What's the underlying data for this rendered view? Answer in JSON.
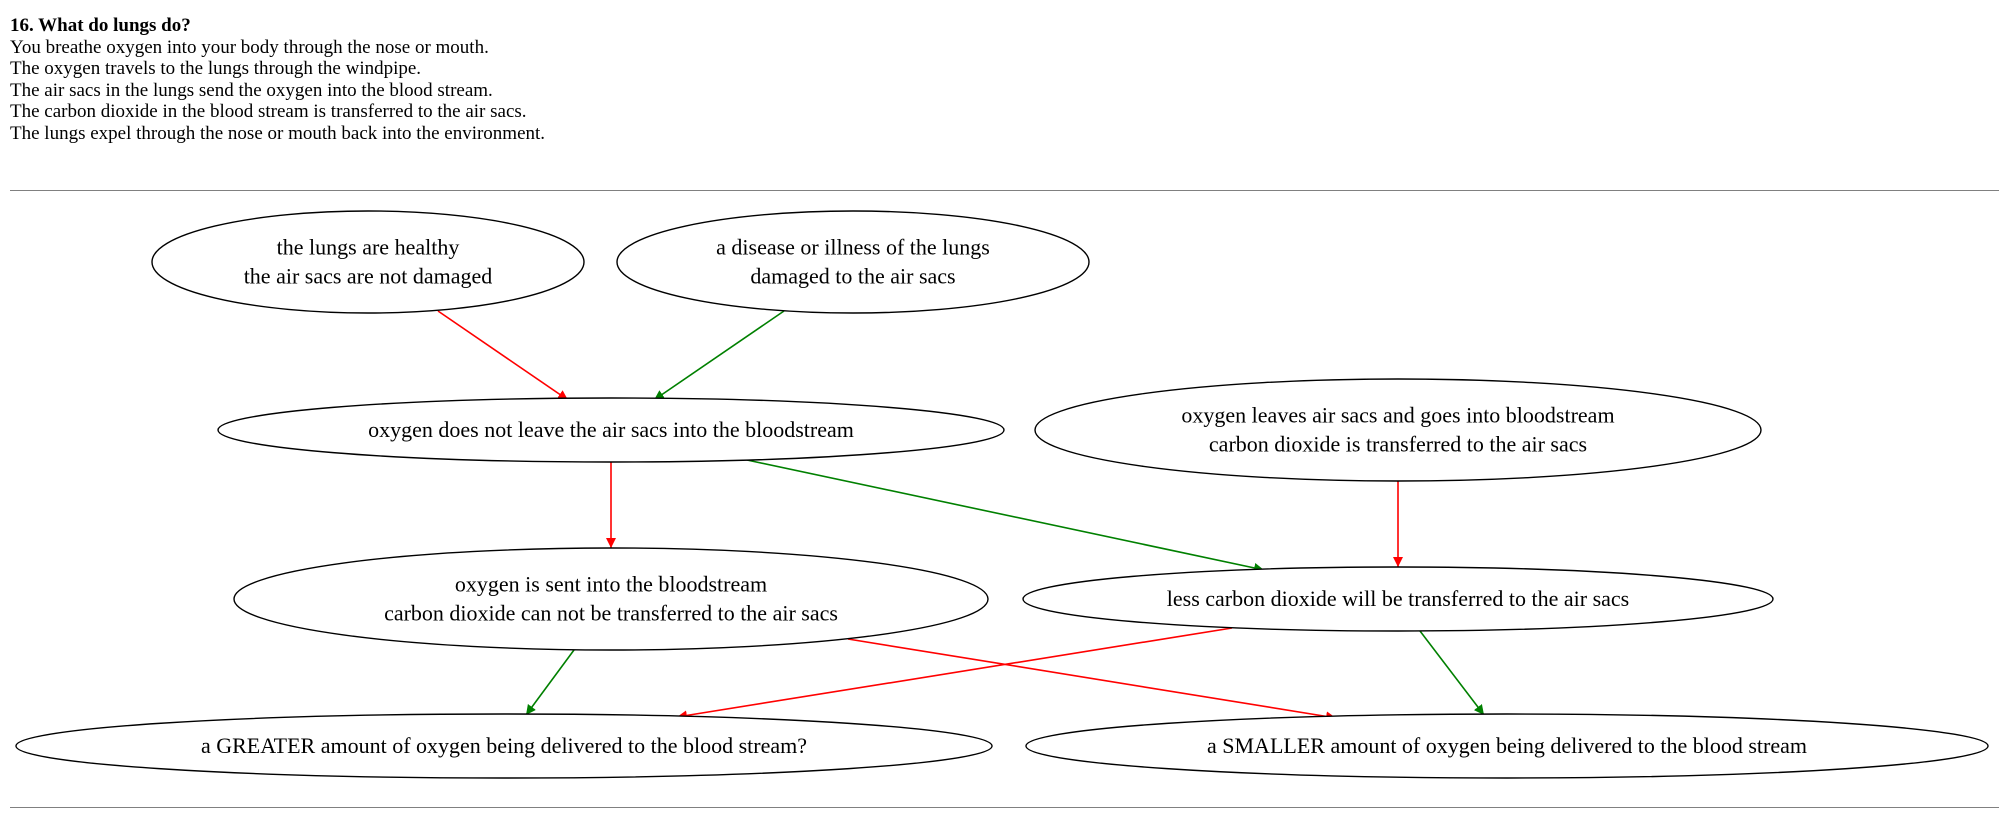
{
  "question": {
    "title": "16. What do lungs do?",
    "lines": [
      "You breathe oxygen into your body through the nose or mouth.",
      "The oxygen travels to the lungs through the windpipe.",
      "The air sacs in the lungs send the oxygen into the blood stream.",
      "The carbon dioxide in the blood stream is transferred to the air sacs.",
      "The lungs expel through the nose or mouth back into the environment."
    ]
  },
  "colors": {
    "positive_edge": "#008000",
    "negative_edge": "#ff0000",
    "node_stroke": "#000000",
    "rule": "#808080"
  },
  "graph": {
    "nodes": [
      {
        "id": "lungs-healthy",
        "lines": [
          "the lungs are healthy",
          "the air sacs are not damaged"
        ]
      },
      {
        "id": "lung-disease",
        "lines": [
          "a disease or illness of the lungs",
          "damaged to the air sacs"
        ]
      },
      {
        "id": "oxygen-not-leave",
        "lines": [
          "oxygen does not leave the air sacs into the bloodstream"
        ]
      },
      {
        "id": "oxygen-leaves",
        "lines": [
          "oxygen leaves air sacs and goes into bloodstream",
          "carbon dioxide is transferred to the air sacs"
        ]
      },
      {
        "id": "oxygen-sent",
        "lines": [
          "oxygen is sent into the bloodstream",
          "carbon dioxide can not be transferred to the air sacs"
        ]
      },
      {
        "id": "less-co2",
        "lines": [
          "less carbon dioxide will be transferred to the air sacs"
        ]
      },
      {
        "id": "greater-oxygen",
        "lines": [
          "a GREATER amount of oxygen being delivered to the blood stream?"
        ]
      },
      {
        "id": "smaller-oxygen",
        "lines": [
          "a SMALLER amount of oxygen being delivered to the blood stream"
        ]
      }
    ],
    "edges": [
      {
        "from": "lungs-healthy",
        "to": "oxygen-not-leave",
        "color": "red"
      },
      {
        "from": "lung-disease",
        "to": "oxygen-not-leave",
        "color": "green"
      },
      {
        "from": "oxygen-not-leave",
        "to": "oxygen-sent",
        "color": "red"
      },
      {
        "from": "oxygen-not-leave",
        "to": "less-co2",
        "color": "green"
      },
      {
        "from": "oxygen-leaves",
        "to": "less-co2",
        "color": "red"
      },
      {
        "from": "oxygen-sent",
        "to": "greater-oxygen",
        "color": "green"
      },
      {
        "from": "oxygen-sent",
        "to": "smaller-oxygen",
        "color": "red"
      },
      {
        "from": "less-co2",
        "to": "greater-oxygen",
        "color": "red"
      },
      {
        "from": "less-co2",
        "to": "smaller-oxygen",
        "color": "green"
      }
    ]
  }
}
